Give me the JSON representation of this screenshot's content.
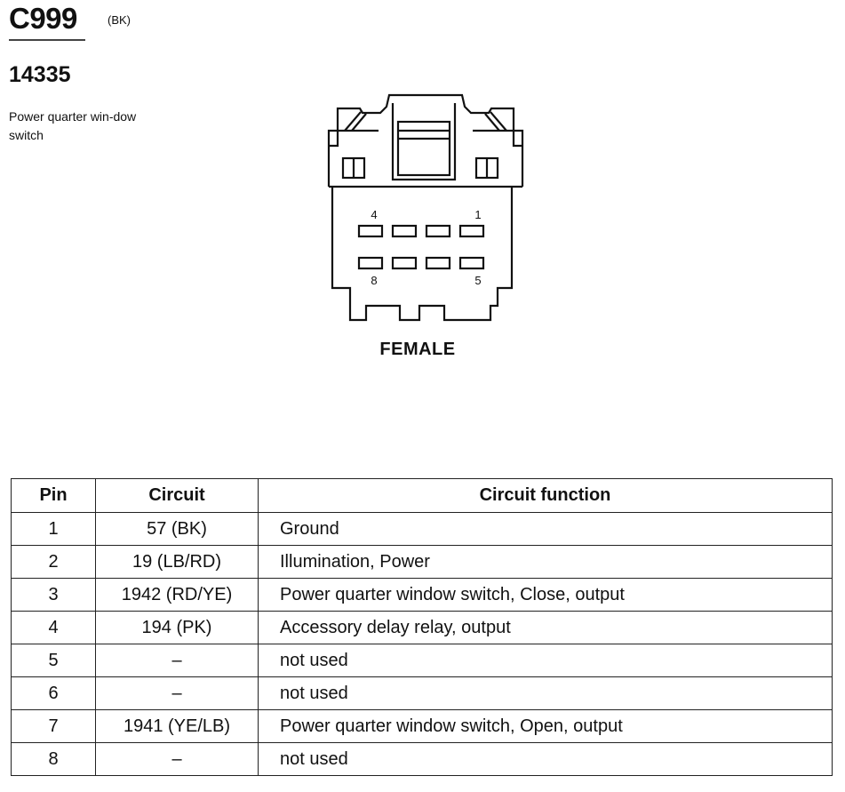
{
  "header": {
    "connector_id": "C999",
    "color_code": "(BK)",
    "part_number": "14335",
    "description": "Power quarter win-dow switch"
  },
  "diagram": {
    "pin_labels": {
      "top_left": "4",
      "top_right": "1",
      "bottom_left": "8",
      "bottom_right": "5"
    },
    "gender": "FEMALE"
  },
  "table": {
    "headers": {
      "pin": "Pin",
      "circuit": "Circuit",
      "function": "Circuit function"
    },
    "rows": [
      {
        "pin": "1",
        "circuit": "57 (BK)",
        "function": "Ground"
      },
      {
        "pin": "2",
        "circuit": "19 (LB/RD)",
        "function": "Illumination, Power"
      },
      {
        "pin": "3",
        "circuit": "1942 (RD/YE)",
        "function": "Power quarter window switch, Close, output"
      },
      {
        "pin": "4",
        "circuit": "194 (PK)",
        "function": "Accessory delay relay, output"
      },
      {
        "pin": "5",
        "circuit": "–",
        "function": "not used"
      },
      {
        "pin": "6",
        "circuit": "–",
        "function": "not used"
      },
      {
        "pin": "7",
        "circuit": "1941 (YE/LB)",
        "function": "Power quarter window switch, Open, output"
      },
      {
        "pin": "8",
        "circuit": "–",
        "function": "not used"
      }
    ]
  }
}
